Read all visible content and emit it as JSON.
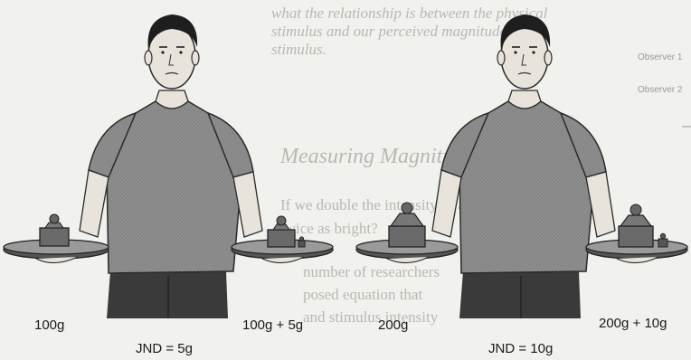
{
  "background_text": {
    "lines": [
      "what the relationship is between the physical",
      "stimulus and our perceived magnitude of the",
      "stimulus.",
      "Measuring Magnitudes: Scaling",
      "If we double the intensity of a stimulus, is it",
      "twice as bright?",
      "number of researchers",
      "posed equation that",
      "and stimulus intensity"
    ],
    "side_labels": [
      "Observer 1",
      "Observer 2"
    ]
  },
  "figure": {
    "left_person": {
      "left_tray_label": "100g",
      "right_tray_label": "100g + 5g",
      "jnd_label": "JND = 5g"
    },
    "right_person": {
      "left_tray_label": "200g",
      "right_tray_label": "200g + 10g",
      "jnd_label": "JND = 10g"
    }
  },
  "colors": {
    "background": "#f1f1ee",
    "shirt": "#8c8c8c",
    "shirt_shadow": "#6f6f6f",
    "pants": "#3a3a3a",
    "skin": "#e8e4dc",
    "hair": "#1e1e1e",
    "ink": "#1a1a1a",
    "ghost_text": "#b4b4b0"
  }
}
